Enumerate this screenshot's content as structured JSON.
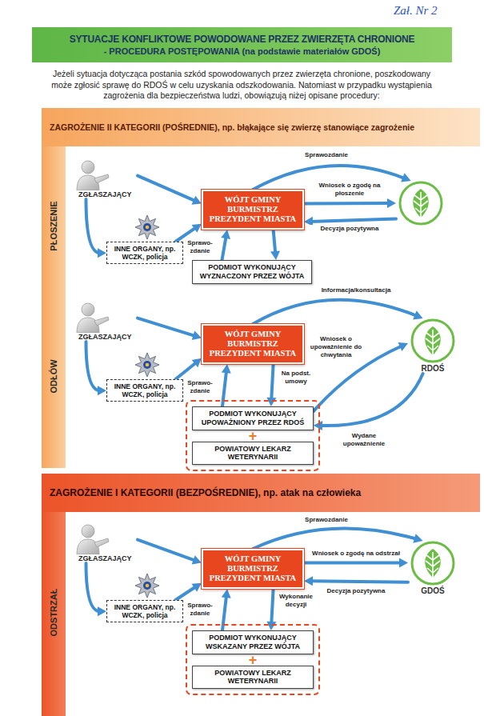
{
  "diagram": {
    "nodes": [
      {
        "text": [
          "SYTUACJE KONFLIKTOWE POWODOWANE PRZEZ ZWIERZĘTA CHRONIONE",
          "- PROCEDURA POSTĘPOWANIA (na podstawie materiałów GDOŚ)"
        ]
      },
      {
        "text": [
          "ZAGROŻENIE II KATEGORII (POŚREDNIE), np. błąkające się zwierzę stanowiące zagrożenie"
        ]
      },
      {
        "text": [
          "ZGŁASZAJĄCY"
        ]
      },
      {
        "text": [
          "WÓJT GMINY BURMISTRZ PREZYDENT MIASTA"
        ]
      },
      {
        "text": []
      },
      {
        "text": [
          "INNE ORGANY, np. WCZK, policja"
        ]
      },
      {
        "text": [
          "PODMIOT WYKONUJĄCY WYZNACZONY PRZEZ WÓJTA"
        ]
      },
      {
        "text": [
          "ZGŁASZAJĄCY"
        ]
      },
      {
        "text": [
          "WÓJT GMINY BURMISTRZ PREZYDENT MIASTA"
        ]
      },
      {
        "text": [
          "RDOŚ"
        ]
      },
      {
        "text": [
          "INNE ORGANY, np. WCZK, policja"
        ]
      },
      {
        "text": [
          "+"
        ]
      },
      {
        "text": [
          "PODMIOT WYKONUJĄCY UPOWAŻNIONY PRZEZ RDOŚ"
        ],
        "in": 11
      },
      {
        "text": [
          "POWIATOWY LEKARZ WETERYNARII"
        ],
        "in": 11
      },
      {
        "text": [
          "ZAGROŻENIE I KATEGORII (BEZPOŚREDNIE), np. atak na człowieka"
        ]
      },
      {
        "text": [
          "ZGŁASZAJĄCY"
        ]
      },
      {
        "text": [
          "WÓJT GMINY BURMISTRZ PREZYDENT MIASTA"
        ]
      },
      {
        "text": [
          "GDOŚ"
        ]
      },
      {
        "text": [
          "INNE ORGANY, np. WCZK, policja"
        ]
      },
      {
        "text": [
          "+"
        ]
      },
      {
        "text": [
          "PODMIOT WYKONUJĄCY WSKAZANY PRZEZ WÓJTA"
        ],
        "in": 19
      },
      {
        "text": [
          "POWIATOWY LEKARZ WETERYNARII"
        ],
        "in": 19
      }
    ],
    "edges": [
      {
        "from": 2,
        "to": 3,
        "arrow": "to"
      },
      {
        "from": 2,
        "to": 5,
        "arrow": "to"
      },
      {
        "from": 5,
        "to": 3,
        "arrow": "to"
      },
      {
        "from": 3,
        "to": 4,
        "label": "Sprawozdanie",
        "arrow": "to"
      },
      {
        "from": 3,
        "to": 4,
        "label": "Wniosek o zgodę na płoszenie",
        "arrow": "to"
      },
      {
        "from": 4,
        "to": 3,
        "label": "Decyzja pozytywna",
        "arrow": "to"
      },
      {
        "from": 3,
        "to": 6,
        "arrow": "to"
      },
      {
        "from": 6,
        "to": 3,
        "label": "Sprawo- zdanie",
        "arrow": "to"
      },
      {
        "from": 7,
        "to": 8,
        "arrow": "to"
      },
      {
        "from": 7,
        "to": 10,
        "arrow": "to"
      },
      {
        "from": 10,
        "to": 8,
        "arrow": "to"
      },
      {
        "from": 8,
        "to": 9,
        "label": "Informacja/konsultacja",
        "arrow": "to"
      },
      {
        "from": 8,
        "to": 12,
        "label": "Na podst. umowy",
        "arrow": "to"
      },
      {
        "from": 12,
        "to": 8,
        "label": "Sprawo- zdanie",
        "arrow": "to"
      },
      {
        "from": 12,
        "to": 9,
        "label": "Wniosek o upoważnienie do chwytania",
        "arrow": "to"
      },
      {
        "from": 9,
        "to": 12,
        "label": "Wydane upoważnienie",
        "arrow": "to"
      },
      {
        "from": 15,
        "to": 16,
        "arrow": "to"
      },
      {
        "from": 15,
        "to": 18,
        "arrow": "to"
      },
      {
        "from": 18,
        "to": 16,
        "arrow": "to"
      },
      {
        "from": 16,
        "to": 17,
        "label": "Sprawozdanie",
        "arrow": "to"
      },
      {
        "from": 16,
        "to": 17,
        "label": "Wniosek o zgodę na odstrzał",
        "arrow": "to"
      },
      {
        "from": 17,
        "to": 16,
        "label": "Decyzja pozytywna",
        "arrow": "to"
      },
      {
        "from": 16,
        "to": 20,
        "label": "Wykonanie decyzji",
        "arrow": "to"
      },
      {
        "from": 20,
        "to": 16,
        "label": "Sprawo- zdanie",
        "arrow": "to"
      }
    ],
    "labels": [
      "Zał. Nr 2",
      "Jeżeli sytuacja dotycząca postania szkód spowodowanych przez zwierzęta chronione, poszkodowany może zgłosić sprawę do RDOŚ w celu uzyskania odszkodowania. Natomiast w przypadku wystąpienia zagrożenia dla bezpieczeństwa ludzi, obowiązują niżej opisane procedury:",
      "PŁOSZENIE",
      "ODŁÓW",
      "ODSTRZAŁ"
    ]
  }
}
